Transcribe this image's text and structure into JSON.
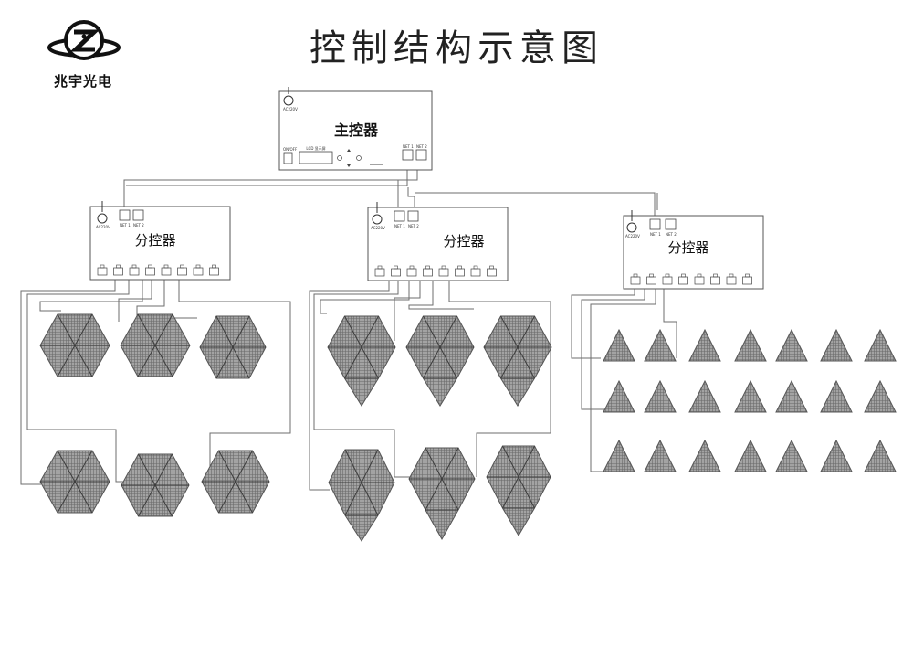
{
  "title": "控制结构示意图",
  "brand": {
    "name": "兆宇光电",
    "logo_icon": "zhaoyu-logo"
  },
  "main_controller": {
    "label": "主控器",
    "power_label": "AC220V",
    "switch_label": "ON/OFF",
    "lcd_label": "LCD 显示屏",
    "port_labels": [
      "NET 1",
      "NET 2"
    ]
  },
  "sub_controllers": [
    {
      "label": "分控器",
      "power_label": "AC220V",
      "port_labels": [
        "NET 1",
        "NET 2"
      ]
    },
    {
      "label": "分控器",
      "power_label": "AC220V",
      "port_labels": [
        "NET 1",
        "NET 2"
      ]
    },
    {
      "label": "分控器",
      "power_label": "AC220V",
      "port_labels": [
        "NET 1",
        "NET 2"
      ]
    }
  ],
  "panel_groups": [
    {
      "shape": "hexagon",
      "count": 6
    },
    {
      "shape": "diamond-hexagon",
      "count": 6
    },
    {
      "shape": "triangle",
      "count": 21
    }
  ],
  "colors": {
    "panel_fill": "#a3a3a3",
    "line": "#555555",
    "text": "#111111"
  }
}
